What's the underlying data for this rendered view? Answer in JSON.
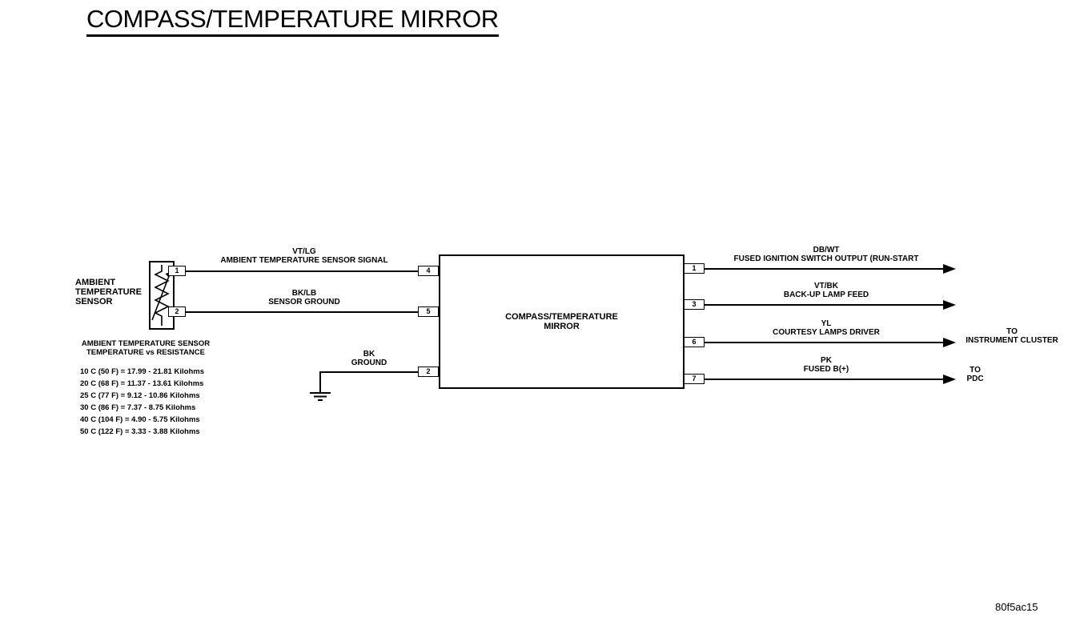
{
  "title": "COMPASS/TEMPERATURE MIRROR",
  "footer_code": "80f5ac15",
  "sensor": {
    "name_lines": [
      "AMBIENT",
      "TEMPERATURE",
      "SENSOR"
    ],
    "pin1": "1",
    "pin2": "2"
  },
  "mirror": {
    "name_line1": "COMPASS/TEMPERATURE",
    "name_line2": "MIRROR",
    "pin4": "4",
    "pin5": "5",
    "pin2": "2",
    "pin1": "1",
    "pin3": "3",
    "pin6": "6",
    "pin7": "7"
  },
  "wires": {
    "signal": {
      "color": "VT/LG",
      "name": "AMBIENT TEMPERATURE SENSOR SIGNAL"
    },
    "sensor_ground": {
      "color": "BK/LB",
      "name": "SENSOR GROUND"
    },
    "ground": {
      "color": "BK",
      "name": "GROUND"
    },
    "ignition": {
      "color": "DB/WT",
      "name": "FUSED IGNITION SWITCH OUTPUT (RUN-START"
    },
    "backup": {
      "color": "VT/BK",
      "name": "BACK-UP LAMP FEED"
    },
    "courtesy": {
      "color": "YL",
      "name": "COURTESY LAMPS DRIVER"
    },
    "fused_b": {
      "color": "PK",
      "name": "FUSED B(+)"
    }
  },
  "destinations": {
    "instrument_cluster": [
      "TO",
      "INSTRUMENT CLUSTER"
    ],
    "pdc": [
      "TO",
      "PDC"
    ]
  },
  "resistance_table": {
    "title_line1": "AMBIENT TEMPERATURE SENSOR",
    "title_line2": "TEMPERATURE vs RESISTANCE",
    "rows": [
      "10 C (50 F) = 17.99 - 21.81 Kilohms",
      "20 C (68 F) = 11.37 - 13.61 Kilohms",
      "25 C (77 F) = 9.12 - 10.86 Kilohms",
      "30 C (86 F) = 7.37 - 8.75 Kilohms",
      "40 C (104 F) = 4.90 - 5.75 Kilohms",
      "50 C (122 F) = 3.33 - 3.88 Kilohms"
    ]
  }
}
